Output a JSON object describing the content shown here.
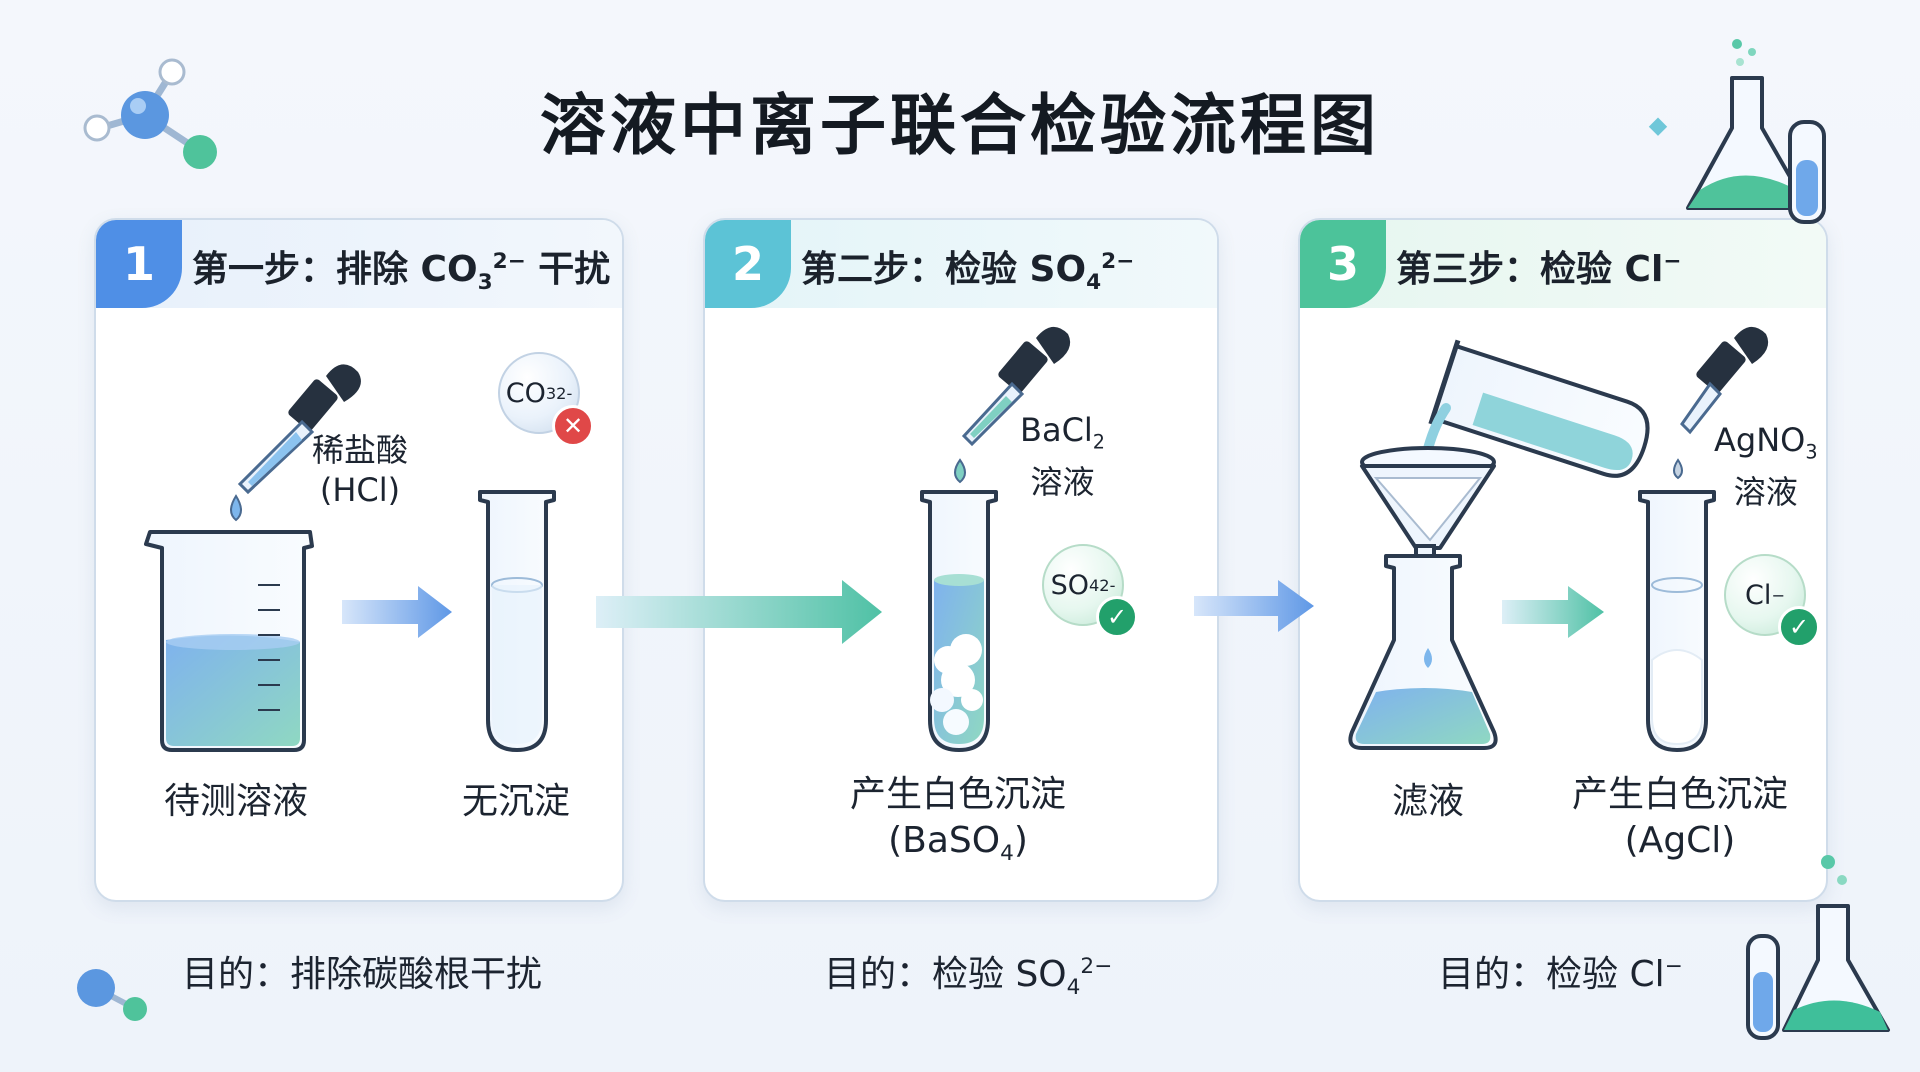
{
  "title": "溶液中离子联合检验流程图",
  "colors": {
    "step1": "#4f8fe6",
    "step2": "#5cc3d6",
    "step3": "#4cc39a",
    "ok": "#22a06b",
    "bad": "#e04848"
  },
  "steps": [
    {
      "number": "1",
      "title_prefix": "第一步：排除 CO",
      "title_sub": "3",
      "title_sup": "2−",
      "title_suffix": " 干扰",
      "reagent_line1": "稀盐酸",
      "reagent_line2": "(HCl)",
      "ion_main": "CO",
      "ion_sub": "3",
      "ion_sup": "2-",
      "label_left": "待测溶液",
      "label_right": "无沉淀",
      "purpose": "目的：排除碳酸根干扰"
    },
    {
      "number": "2",
      "title_prefix": "第二步：检验 SO",
      "title_sub": "4",
      "title_sup": "2−",
      "reagent_main": "BaCl",
      "reagent_sub": "2",
      "reagent_line2": "溶液",
      "ion_main": "SO",
      "ion_sub": "4",
      "ion_sup": "2-",
      "label_line1": "产生白色沉淀",
      "label_prefix": "(BaSO",
      "label_sub": "4",
      "label_suffix": ")",
      "purpose_prefix": "目的：检验 SO",
      "purpose_sub": "4",
      "purpose_sup": "2−"
    },
    {
      "number": "3",
      "title_text": "第三步：检验 Cl",
      "title_sup": "−",
      "reagent_main": "AgNO",
      "reagent_sub": "3",
      "reagent_line2": "溶液",
      "ion_main": "Cl",
      "ion_sup": "−",
      "label_left": "滤液",
      "label_line1": "产生白色沉淀",
      "label_line2": "(AgCl)",
      "purpose_text": "目的：检验 Cl",
      "purpose_sup": "−"
    }
  ]
}
